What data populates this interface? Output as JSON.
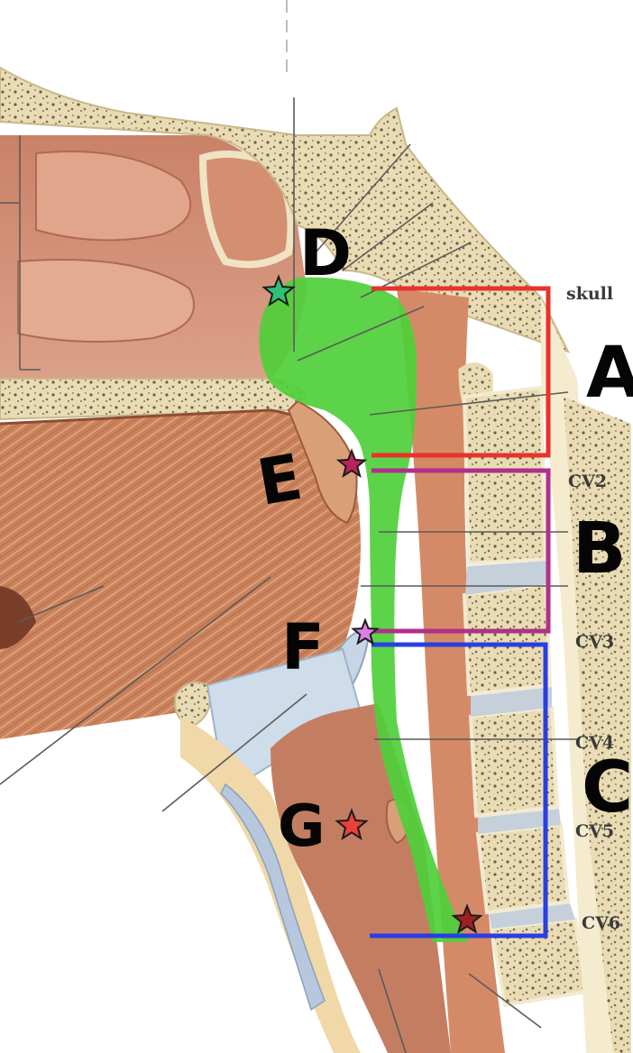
{
  "markers": {
    "D": "D",
    "E": "E",
    "F": "F",
    "G": "G"
  },
  "regions": {
    "A": "A",
    "B": "B",
    "C": "C"
  },
  "levels": {
    "skull": "skull",
    "cv2": "CV2",
    "cv3": "CV3",
    "cv4": "CV4",
    "cv5": "CV5",
    "cv6": "CV6"
  },
  "colors": {
    "airway_green": "#4fcf3a",
    "region_a": "#e8322c",
    "region_b": "#b0308a",
    "region_c": "#2a3fe0",
    "star_d": "#2fbf79",
    "star_e": "#b8245a",
    "star_f": "#dd7ee6",
    "star_g": "#e8403c",
    "star_cv6": "#a02020"
  }
}
